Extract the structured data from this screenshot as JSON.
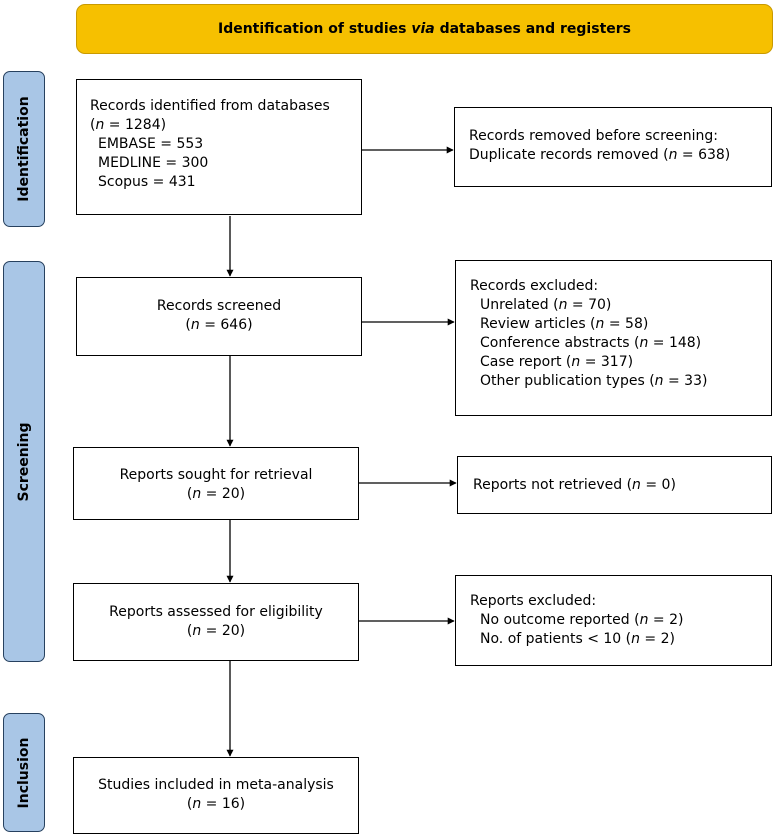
{
  "header": {
    "text_before": "Identification of studies ",
    "text_italic": "via",
    "text_after": " databases and registers"
  },
  "phases": {
    "identification": "Identification",
    "screening": "Screening",
    "inclusion": "Inclusion"
  },
  "n_symbol": "n",
  "boxes": {
    "identified": {
      "title": "Records identified from databases",
      "count": " = 1284)",
      "sources": [
        "EMBASE = 553",
        "MEDLINE = 300",
        "Scopus = 431"
      ]
    },
    "removed": {
      "title": "Records removed before screening:",
      "line_prefix": "Duplicate records removed (",
      "count": " = 638)"
    },
    "screened": {
      "title": "Records screened",
      "count": " = 646)"
    },
    "excluded": {
      "title": "Records excluded:",
      "items": [
        {
          "label": "Unrelated (",
          "count": " = 70)"
        },
        {
          "label": "Review articles (",
          "count": " = 58)"
        },
        {
          "label": "Conference abstracts (",
          "count": " = 148)"
        },
        {
          "label": "Case report (",
          "count": " = 317)"
        },
        {
          "label": "Other publication types (",
          "count": " = 33)"
        }
      ]
    },
    "sought": {
      "title": "Reports sought for retrieval",
      "count": " = 20)"
    },
    "not_retrieved": {
      "line_prefix": "Reports not retrieved (",
      "count": " = 0)"
    },
    "assessed": {
      "title": "Reports assessed for eligibility",
      "count": " = 20)"
    },
    "reports_excluded": {
      "title": "Reports excluded:",
      "items": [
        {
          "label": "No outcome reported (",
          "count": " = 2)"
        },
        {
          "label": "No. of patients < 10 (",
          "count": " = 2)"
        }
      ]
    },
    "included": {
      "title": "Studies included in meta-analysis",
      "count": " = 16)"
    }
  }
}
